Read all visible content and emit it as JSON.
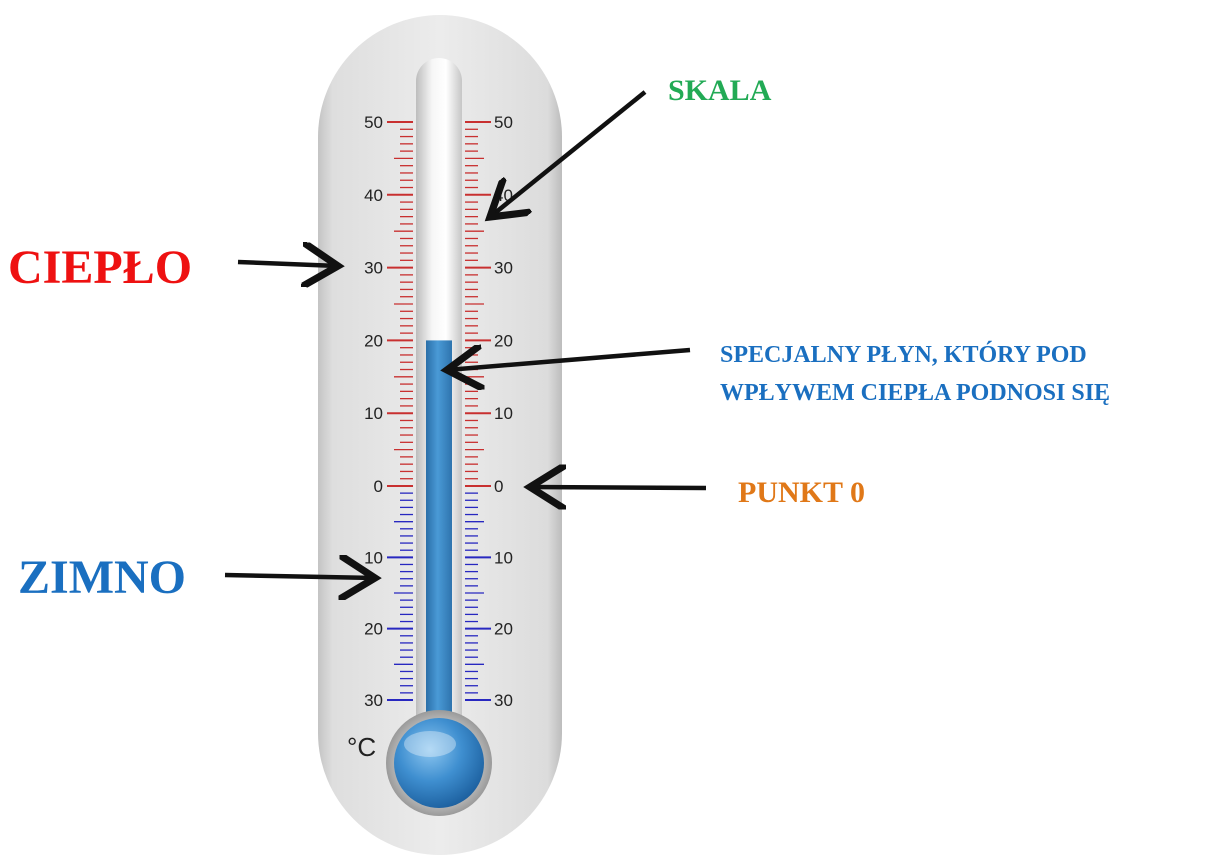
{
  "labels": {
    "warm": "CIEPŁO",
    "cold": "ZIMNO",
    "scale": "SKALA",
    "fluid_line1": "SPECJALNY PŁYN, KTÓRY POD",
    "fluid_line2": "WPŁYWEM CIEPŁA PODNOSI SIĘ",
    "zero_point": "PUNKT 0"
  },
  "thermometer": {
    "unit": "°C",
    "scale_left": [
      "50",
      "40",
      "30",
      "20",
      "10",
      "0",
      "10",
      "20",
      "30"
    ],
    "scale_right": [
      "50",
      "40",
      "30",
      "20",
      "10",
      "0",
      "10",
      "20",
      "30"
    ],
    "fluid_level_celsius": 20,
    "scale_min": -30,
    "scale_max": 50
  },
  "colors": {
    "warm_label": "#ee1111",
    "cold_label": "#1a6fc0",
    "scale_label": "#22aa55",
    "fluid_label": "#1a6fc0",
    "zero_label": "#e07818",
    "warm_ticks": "#c83030",
    "cold_ticks": "#2828c0",
    "fluid": "#3f8fcc",
    "arrow": "#111111"
  }
}
